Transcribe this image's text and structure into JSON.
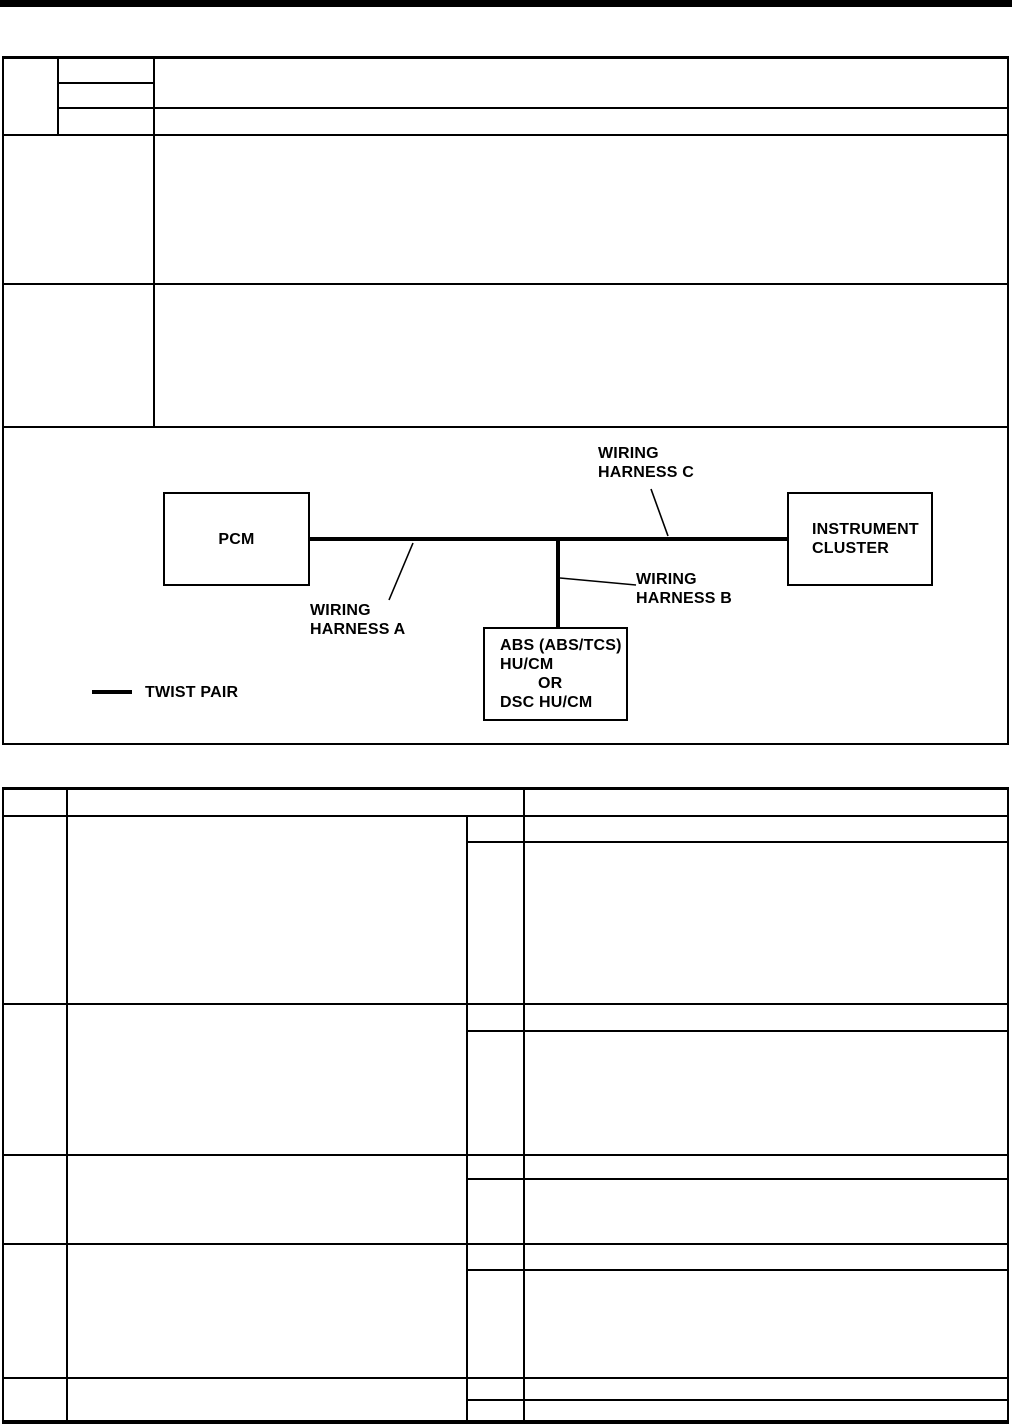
{
  "diagram": {
    "pcm_box": {
      "label": "PCM"
    },
    "instrument_cluster_box": {
      "lines": [
        "INSTRUMENT",
        "CLUSTER"
      ]
    },
    "abs_box": {
      "lines": [
        "ABS (ABS/TCS)",
        "HU/CM",
        "OR",
        "DSC HU/CM"
      ]
    },
    "wiring_harness_a": {
      "lines": [
        "WIRING",
        "HARNESS A"
      ]
    },
    "wiring_harness_b": {
      "lines": [
        "WIRING",
        "HARNESS B"
      ]
    },
    "wiring_harness_c": {
      "lines": [
        "WIRING",
        "HARNESS C"
      ]
    },
    "legend": {
      "twist_pair_label": "TWIST PAIR"
    }
  },
  "colors": {
    "ink": "#000000",
    "paper": "#ffffff"
  }
}
